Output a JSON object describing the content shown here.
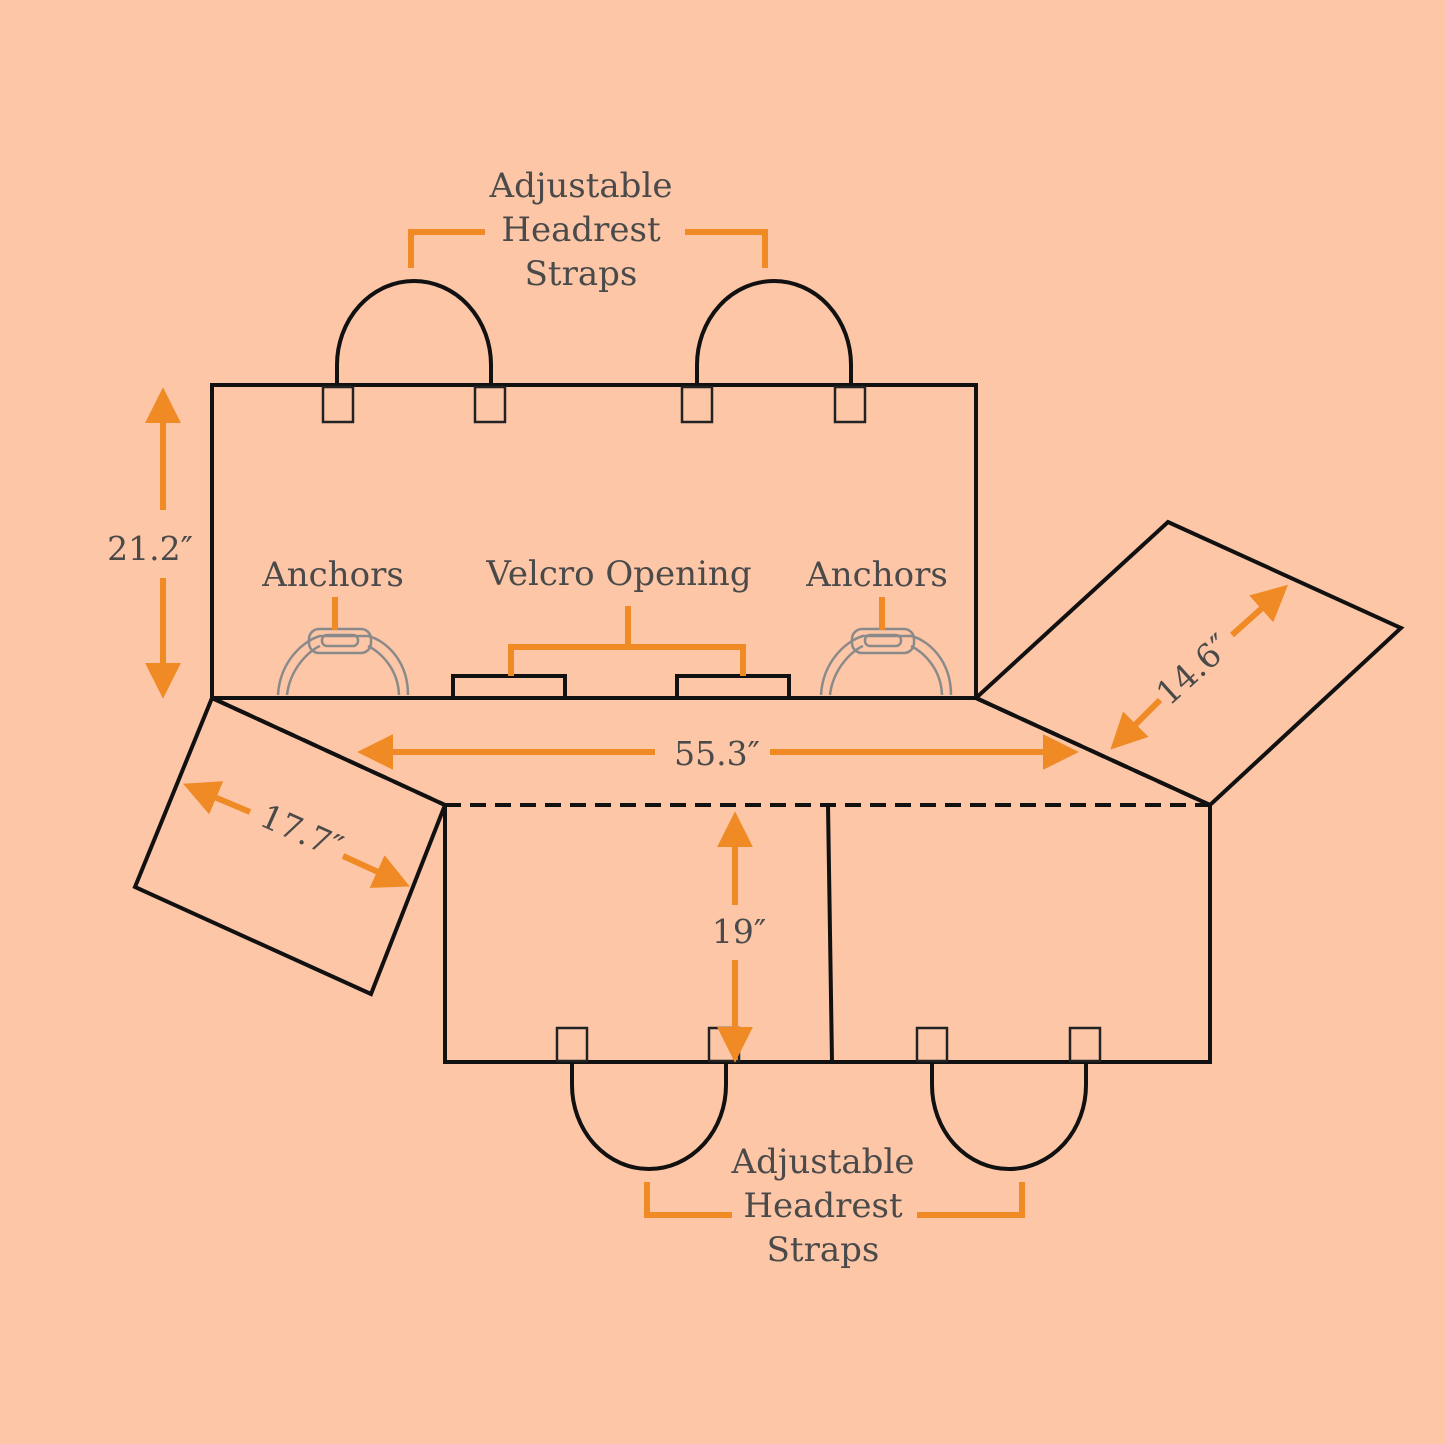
{
  "background_color": "#fdc6a7",
  "accent_color": "#f08a24",
  "line_color": "#111111",
  "text_color": "#4a4a4a",
  "labels": {
    "top_straps": [
      "Adjustable",
      "Headrest",
      "Straps"
    ],
    "bottom_straps": [
      "Adjustable",
      "Headrest",
      "Straps"
    ],
    "anchors_left": "Anchors",
    "anchors_right": "Anchors",
    "velcro": "Velcro Opening"
  },
  "dimensions": {
    "backrest_height": "21.2″",
    "width": "55.3″",
    "left_flap": "17.7″",
    "right_flap": "14.6″",
    "seat_depth": "19″"
  }
}
